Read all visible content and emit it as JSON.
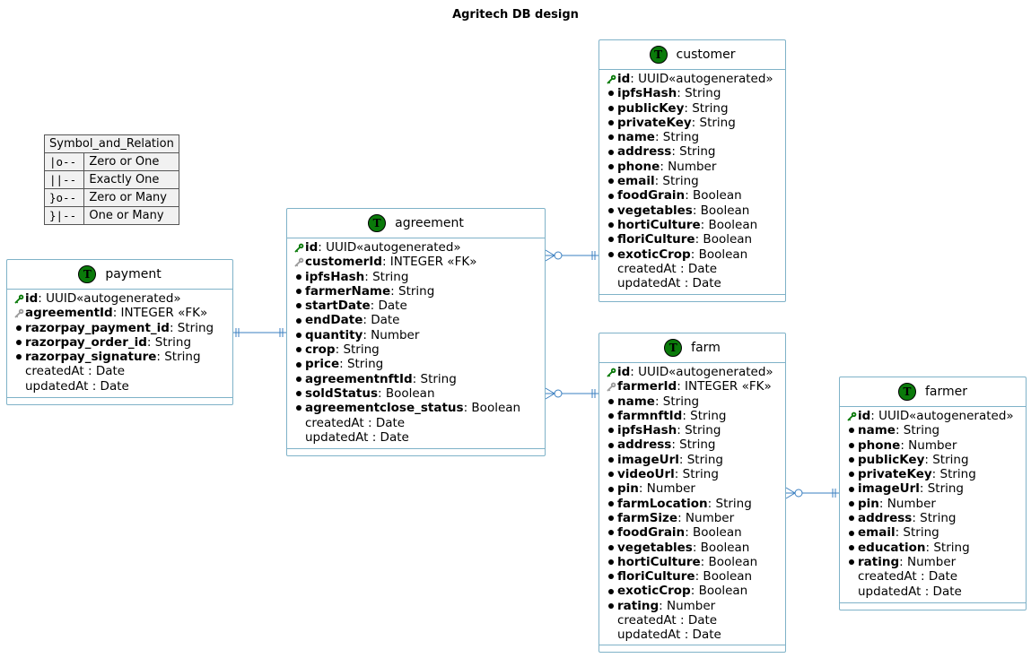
{
  "title": "Agritech DB design",
  "colors": {
    "border": "#7fb2c8",
    "link": "#3a7fc0",
    "badge": "#0a7a0a",
    "pk_key": "#0a7a0a",
    "fk_key": "#9a9a9a"
  },
  "icons": {
    "entity": "T-circle-icon",
    "primary_key": "key-icon",
    "foreign_key": "key-icon",
    "mandatory": "bullet-icon"
  },
  "legend": {
    "header": "Symbol_and_Relation",
    "rows": [
      {
        "symbol": "|o--",
        "meaning": "Zero or One"
      },
      {
        "symbol": "||--",
        "meaning": "Exactly One"
      },
      {
        "symbol": "}o--",
        "meaning": "Zero or Many"
      },
      {
        "symbol": "}|--",
        "meaning": "One or Many"
      }
    ]
  },
  "entities": {
    "customer": {
      "badge": "T",
      "name": "customer",
      "attributes": [
        {
          "marker": "pk",
          "name": "id",
          "type": ": UUID«autogenerated»"
        },
        {
          "marker": "req",
          "name": "ipfsHash",
          "type": ": String"
        },
        {
          "marker": "req",
          "name": "publicKey",
          "type": " : String"
        },
        {
          "marker": "req",
          "name": "privateKey",
          "type": " : String"
        },
        {
          "marker": "req",
          "name": "name",
          "type": " : String"
        },
        {
          "marker": "req",
          "name": "address",
          "type": " : String"
        },
        {
          "marker": "req",
          "name": "phone",
          "type": " : Number"
        },
        {
          "marker": "req",
          "name": "email",
          "type": " : String"
        },
        {
          "marker": "req",
          "name": "foodGrain",
          "type": " : Boolean"
        },
        {
          "marker": "req",
          "name": "vegetables",
          "type": " : Boolean"
        },
        {
          "marker": "req",
          "name": "hortiCulture",
          "type": " : Boolean"
        },
        {
          "marker": "req",
          "name": "floriCulture",
          "type": " : Boolean"
        },
        {
          "marker": "req",
          "name": "exoticCrop",
          "type": " : Boolean"
        },
        {
          "marker": "none",
          "name": "",
          "type": "createdAt : Date"
        },
        {
          "marker": "none",
          "name": "",
          "type": "updatedAt : Date"
        }
      ]
    },
    "agreement": {
      "badge": "T",
      "name": "agreement",
      "attributes": [
        {
          "marker": "pk",
          "name": "id",
          "type": ": UUID«autogenerated»"
        },
        {
          "marker": "fk",
          "name": "customerId",
          "type": ": INTEGER «FK»"
        },
        {
          "marker": "req",
          "name": "ipfsHash",
          "type": ": String"
        },
        {
          "marker": "req",
          "name": "farmerName",
          "type": " : String"
        },
        {
          "marker": "req",
          "name": "startDate",
          "type": " : Date"
        },
        {
          "marker": "req",
          "name": "endDate",
          "type": " : Date"
        },
        {
          "marker": "req",
          "name": "quantity",
          "type": " : Number"
        },
        {
          "marker": "req",
          "name": "crop",
          "type": " : String"
        },
        {
          "marker": "req",
          "name": "price",
          "type": " : String"
        },
        {
          "marker": "req",
          "name": "agreementnftId",
          "type": " : String"
        },
        {
          "marker": "req",
          "name": "soldStatus",
          "type": " : Boolean"
        },
        {
          "marker": "req",
          "name": "agreementclose_status",
          "type": " : Boolean"
        },
        {
          "marker": "none",
          "name": "",
          "type": "createdAt : Date"
        },
        {
          "marker": "none",
          "name": "",
          "type": "updatedAt : Date"
        }
      ]
    },
    "payment": {
      "badge": "T",
      "name": "payment",
      "attributes": [
        {
          "marker": "pk",
          "name": "id",
          "type": ": UUID«autogenerated»"
        },
        {
          "marker": "fk",
          "name": "agreementId",
          "type": ": INTEGER «FK»"
        },
        {
          "marker": "req",
          "name": "razorpay_payment_id",
          "type": ": String"
        },
        {
          "marker": "req",
          "name": "razorpay_order_id",
          "type": ": String"
        },
        {
          "marker": "req",
          "name": "razorpay_signature",
          "type": " : String"
        },
        {
          "marker": "none",
          "name": "",
          "type": "createdAt : Date"
        },
        {
          "marker": "none",
          "name": "",
          "type": "updatedAt : Date"
        }
      ]
    },
    "farm": {
      "badge": "T",
      "name": "farm",
      "attributes": [
        {
          "marker": "pk",
          "name": "id",
          "type": ": UUID«autogenerated»"
        },
        {
          "marker": "fk",
          "name": "farmerId",
          "type": ": INTEGER «FK»"
        },
        {
          "marker": "req",
          "name": "name",
          "type": " : String"
        },
        {
          "marker": "req",
          "name": "farmnftId",
          "type": " : String"
        },
        {
          "marker": "req",
          "name": "ipfsHash",
          "type": ": String"
        },
        {
          "marker": "req",
          "name": "address",
          "type": " : String"
        },
        {
          "marker": "req",
          "name": "imageUrl",
          "type": " : String"
        },
        {
          "marker": "req",
          "name": "videoUrl",
          "type": " : String"
        },
        {
          "marker": "req",
          "name": "pin",
          "type": " : Number"
        },
        {
          "marker": "req",
          "name": "farmLocation",
          "type": " : String"
        },
        {
          "marker": "req",
          "name": "farmSize",
          "type": " : Number"
        },
        {
          "marker": "req",
          "name": "foodGrain",
          "type": " : Boolean"
        },
        {
          "marker": "req",
          "name": "vegetables",
          "type": " : Boolean"
        },
        {
          "marker": "req",
          "name": "hortiCulture",
          "type": " : Boolean"
        },
        {
          "marker": "req",
          "name": "floriCulture",
          "type": " : Boolean"
        },
        {
          "marker": "req",
          "name": "exoticCrop",
          "type": " : Boolean"
        },
        {
          "marker": "req",
          "name": "rating",
          "type": " : Number"
        },
        {
          "marker": "none",
          "name": "",
          "type": "createdAt : Date"
        },
        {
          "marker": "none",
          "name": "",
          "type": "updatedAt : Date"
        }
      ]
    },
    "farmer": {
      "badge": "T",
      "name": "farmer",
      "attributes": [
        {
          "marker": "pk",
          "name": "id",
          "type": ": UUID«autogenerated»"
        },
        {
          "marker": "req",
          "name": "name",
          "type": " : String"
        },
        {
          "marker": "req",
          "name": "phone",
          "type": " : Number"
        },
        {
          "marker": "req",
          "name": "publicKey",
          "type": " : String"
        },
        {
          "marker": "req",
          "name": "privateKey",
          "type": " : String"
        },
        {
          "marker": "req",
          "name": "imageUrl",
          "type": " : String"
        },
        {
          "marker": "req",
          "name": "pin",
          "type": " : Number"
        },
        {
          "marker": "req",
          "name": "address",
          "type": " : String"
        },
        {
          "marker": "req",
          "name": "email",
          "type": " : String"
        },
        {
          "marker": "req",
          "name": "education",
          "type": " : String"
        },
        {
          "marker": "req",
          "name": "rating",
          "type": " : Number"
        },
        {
          "marker": "none",
          "name": "",
          "type": "createdAt : Date"
        },
        {
          "marker": "none",
          "name": "",
          "type": "updatedAt : Date"
        }
      ]
    }
  },
  "relations": [
    {
      "from": "payment",
      "to": "agreement",
      "left_end": "||",
      "right_end": "||"
    },
    {
      "from": "agreement",
      "to": "customer",
      "left_end": "}o",
      "right_end": "||"
    },
    {
      "from": "agreement",
      "to": "farm",
      "left_end": "}o",
      "right_end": "||"
    },
    {
      "from": "farm",
      "to": "farmer",
      "left_end": "}o",
      "right_end": "||"
    }
  ]
}
